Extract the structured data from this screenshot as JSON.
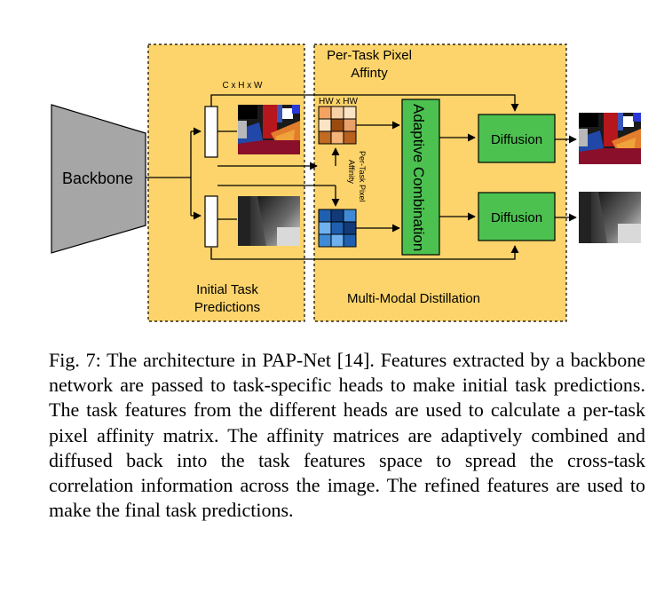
{
  "diagram": {
    "backbone_label": "Backbone",
    "tensor_dims_label": "C x H x W",
    "affinity_title_line1": "Per-Task Pixel",
    "affinity_title_line2": "Affinty",
    "matrix_dims_label": "HW x HW",
    "affinity_vertical_line1": "Per-Task Pixel",
    "affinity_vertical_line2": "Affinity",
    "combination_label": "Adaptive Combination",
    "diffusion_top_label": "Diffusion",
    "diffusion_bottom_label": "Diffusion",
    "initial_preds_line1": "Initial Task",
    "initial_preds_line2": "Predictions",
    "distillation_label": "Multi-Modal Distillation",
    "colors": {
      "panel_fill": "#fdd46b",
      "diffusion_fill": "#4cc150",
      "affinity_orange": "#f2a25a",
      "affinity_blue": "#2f78c5",
      "backbone_fill": "#a6a6a6"
    }
  },
  "caption": {
    "text": "Fig. 7: The architecture in PAP-Net [14]. Features extracted by a backbone network are passed to task-specific heads to make initial task predictions. The task features from the different heads are used to calculate a per-task pixel affinity matrix. The affinity matrices are adaptively combined and diffused back into the task features space to spread the cross-task correlation information across the image. The refined features are used to make the final task predictions."
  }
}
